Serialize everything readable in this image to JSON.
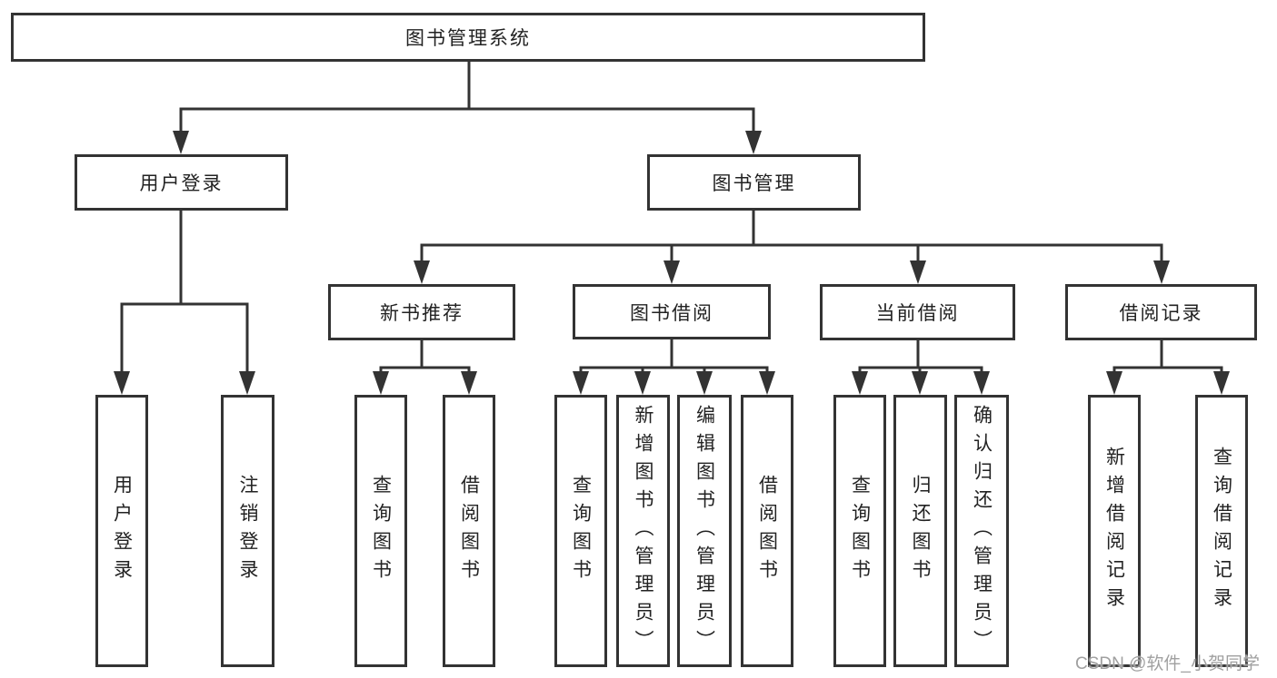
{
  "tree": {
    "root": {
      "label": "图书管理系统"
    },
    "user_login": {
      "label": "用户登录",
      "leaves": [
        {
          "label": "用户登录"
        },
        {
          "label": "注销登录"
        }
      ]
    },
    "book_management": {
      "label": "图书管理",
      "sections": [
        {
          "label": "新书推荐",
          "leaves": [
            {
              "label": "查询图书"
            },
            {
              "label": "借阅图书"
            }
          ]
        },
        {
          "label": "图书借阅",
          "leaves": [
            {
              "label": "查询图书"
            },
            {
              "label": "新增图书（管理员）"
            },
            {
              "label": "编辑图书（管理员）"
            },
            {
              "label": "借阅图书"
            }
          ]
        },
        {
          "label": "当前借阅",
          "leaves": [
            {
              "label": "查询图书"
            },
            {
              "label": "归还图书"
            },
            {
              "label": "确认归还（管理员）"
            }
          ]
        },
        {
          "label": "借阅记录",
          "leaves": [
            {
              "label": "新增借阅记录"
            },
            {
              "label": "查询借阅记录"
            }
          ]
        }
      ]
    }
  },
  "watermark": {
    "text": "CSDN @软件_小贺同学"
  },
  "colors": {
    "line": "#333333",
    "text": "#222222",
    "watermark": "#a0a0a0",
    "background": "#ffffff"
  }
}
